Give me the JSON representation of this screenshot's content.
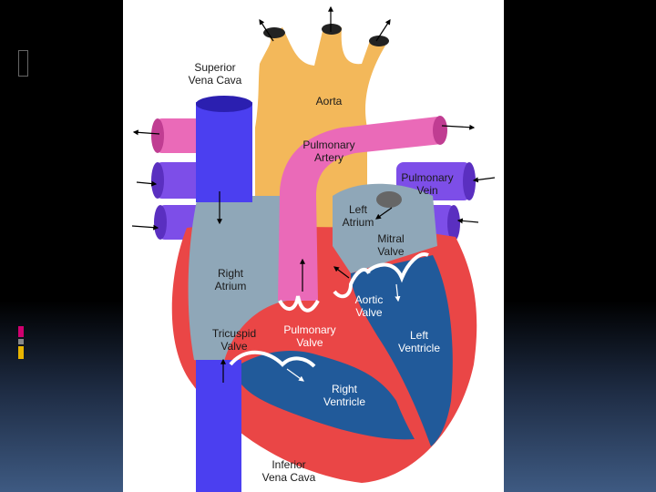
{
  "colors": {
    "aorta": "#f3b85a",
    "vena_cava": "#4b3ff0",
    "pulmonary": "#ea6ab8",
    "pulmonary_vein": "#7d4ee8",
    "atrium": "#8fa7b8",
    "ventricle": "#215a9a",
    "wall": "#ea4646",
    "accent_magenta": "#d0006f",
    "accent_gold": "#e8b400"
  },
  "labels": {
    "superior_vena_cava": [
      "Superior",
      "Vena Cava"
    ],
    "aorta": "Aorta",
    "pulmonary_artery": [
      "Pulmonary",
      "Artery"
    ],
    "pulmonary_vein": [
      "Pulmonary",
      "Vein"
    ],
    "left_atrium": [
      "Left",
      "Atrium"
    ],
    "mitral_valve": [
      "Mitral",
      "Valve"
    ],
    "right_atrium": [
      "Right",
      "Atrium"
    ],
    "aortic_valve": [
      "Aortic",
      "Valve"
    ],
    "tricuspid_valve": [
      "Tricuspid",
      "Valve"
    ],
    "pulmonary_valve": [
      "Pulmonary",
      "Valve"
    ],
    "left_ventricle": [
      "Left",
      "Ventricle"
    ],
    "right_ventricle": [
      "Right",
      "Ventricle"
    ],
    "inferior_vena_cava": [
      "Inferior",
      "Vena Cava"
    ]
  }
}
